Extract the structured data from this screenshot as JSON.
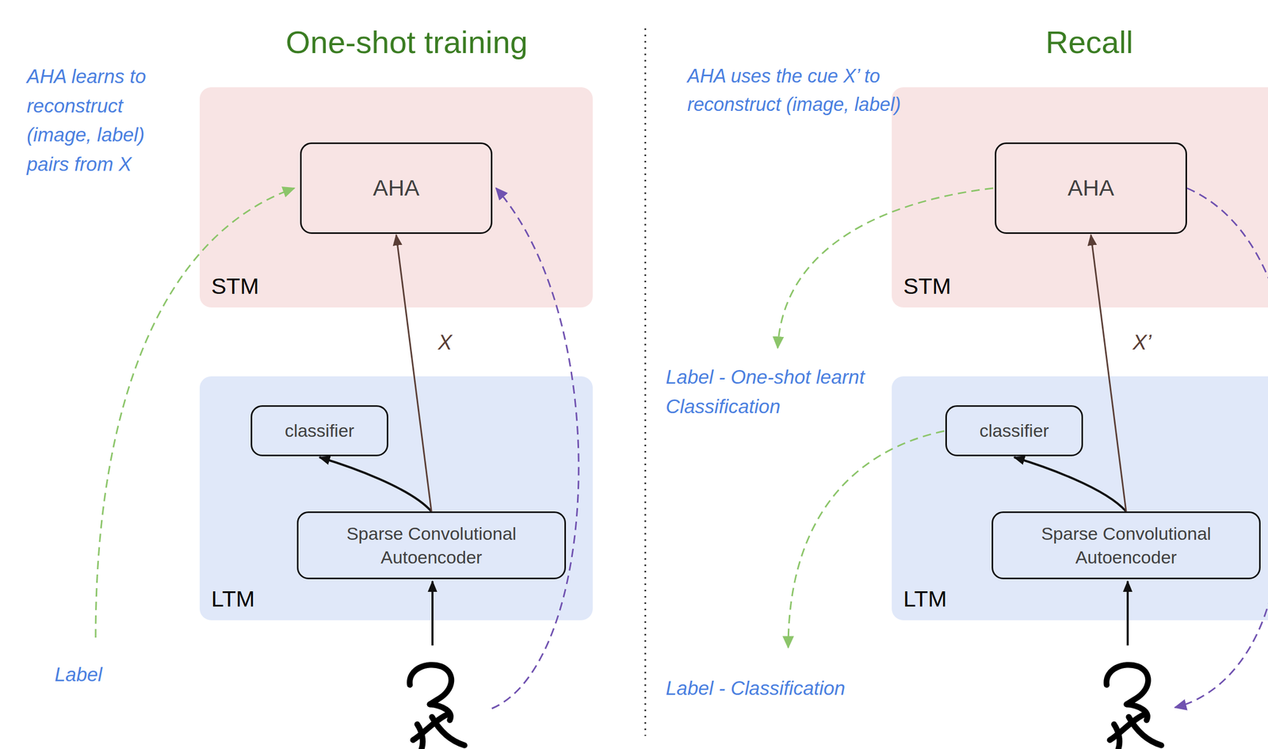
{
  "diagram": {
    "nodes": [
      {
        "text": [
          "STM"
        ]
      },
      {
        "text": [
          "AHA"
        ],
        "in": 0
      },
      {
        "text": [
          "LTM"
        ]
      },
      {
        "text": [
          "classifier"
        ],
        "in": 2
      },
      {
        "text": [
          "Sparse Convolutional Autoencoder"
        ],
        "in": 2
      },
      {
        "text": [
          "STM"
        ]
      },
      {
        "text": [
          "AHA"
        ],
        "in": 5
      },
      {
        "text": [
          "LTM"
        ]
      },
      {
        "text": [
          "classifier"
        ],
        "in": 7
      },
      {
        "text": [
          "Sparse Convolutional Autoencoder"
        ],
        "in": 7
      }
    ],
    "edges": [
      {
        "from": 4,
        "to": 3,
        "arrow": "to"
      },
      {
        "from": 4,
        "to": 1,
        "label": "X",
        "arrow": "to"
      },
      {
        "from": 9,
        "to": 8,
        "arrow": "to"
      },
      {
        "from": 9,
        "to": 6,
        "label": "X’",
        "arrow": "to"
      }
    ],
    "labels": [
      "One-shot training",
      "AHA learns to reconstruct (image, label) pairs from X",
      "Label",
      "Recall",
      "AHA uses the cue X’ to reconstruct (image, label)",
      "Label - One-shot learnt Classification",
      "Label - Classification"
    ]
  }
}
